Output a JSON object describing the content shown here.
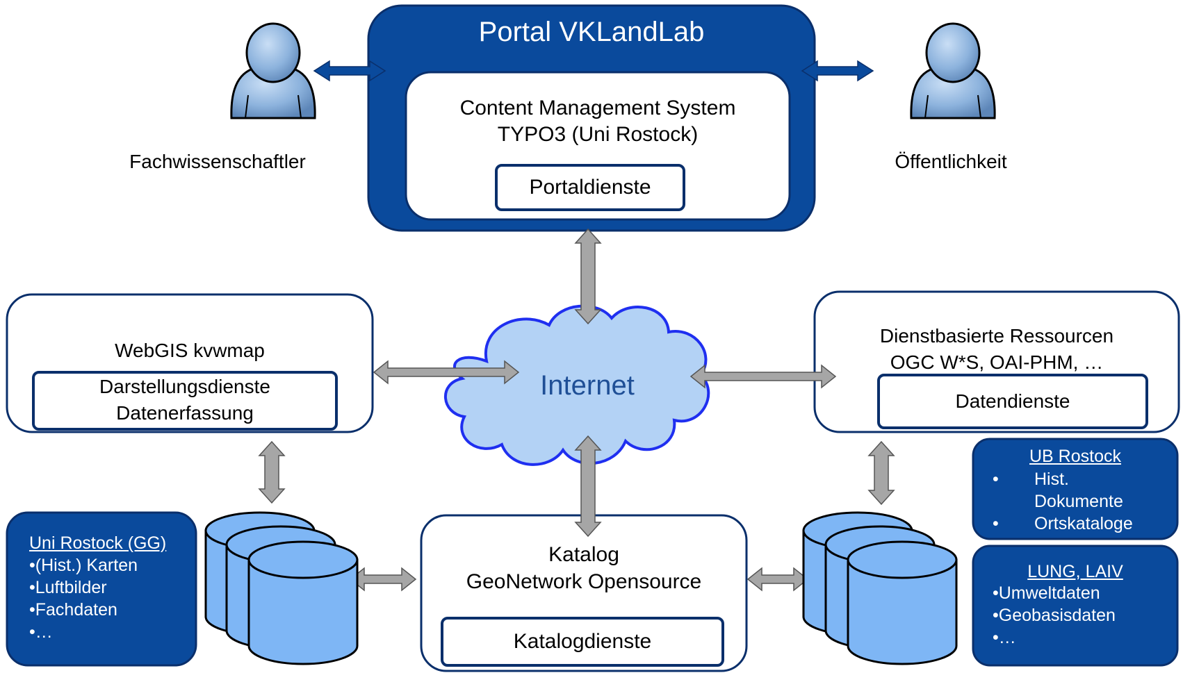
{
  "portal": {
    "title": "Portal VKLandLab",
    "cms_line1": "Content Management System",
    "cms_line2": "TYPO3 (Uni Rostock)",
    "service": "Portaldienste"
  },
  "users": {
    "left": "Fachwissenschaftler",
    "right": "Öffentlichkeit"
  },
  "internet": "Internet",
  "webgis": {
    "title": "WebGIS kvwmap",
    "service_line1": "Darstellungsdienste",
    "service_line2": "Datenerfassung"
  },
  "resources": {
    "line1": "Dienstbasierte Ressourcen",
    "line2": "OGC W*S, OAI-PHM, …",
    "service": "Datendienste"
  },
  "catalog": {
    "line1": "Katalog",
    "line2": "GeoNetwork Opensource",
    "service": "Katalogdienste"
  },
  "uni_rostock": {
    "title": "Uni Rostock (GG)",
    "items": [
      "•(Hist.) Karten",
      "•Luftbilder",
      "•Fachdaten",
      "•…"
    ]
  },
  "ub_rostock": {
    "title": "UB Rostock",
    "items": [
      {
        "bullet": "•",
        "line1": "Hist.",
        "line2": "Dokumente"
      },
      {
        "bullet": "•",
        "line1": "Ortskataloge"
      }
    ]
  },
  "lung": {
    "title": "LUNG, LAIV",
    "items": [
      "•Umweltdaten",
      "•Geobasisdaten",
      "•…"
    ]
  },
  "colors": {
    "dark_blue": "#0a4a9c",
    "cloud_fill": "#b3d2f5",
    "cloud_stroke": "#1f2ff0",
    "db_fill": "#7eb6f5",
    "arrow_gray": "#a6a6a6",
    "internet_text": "#1f4f96"
  }
}
